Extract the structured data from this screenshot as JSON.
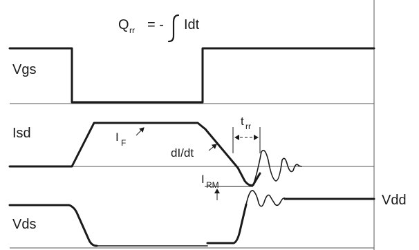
{
  "formula": {
    "q": "Q",
    "q_sub": "rr",
    "eq": "= -",
    "integral": "Idt"
  },
  "signals": {
    "vgs": "Vgs",
    "isd": "Isd",
    "vds": "Vds",
    "vdd": "Vdd"
  },
  "annotations": {
    "if_main": "I",
    "if_sub": "F",
    "didt": "dI/dt",
    "trr_main": "t",
    "trr_sub": "rr",
    "irm_main": "I",
    "irm_sub": "RM"
  },
  "colors": {
    "ink": "#1a1a1a",
    "grid": "#555555",
    "background": "#ffffff"
  }
}
